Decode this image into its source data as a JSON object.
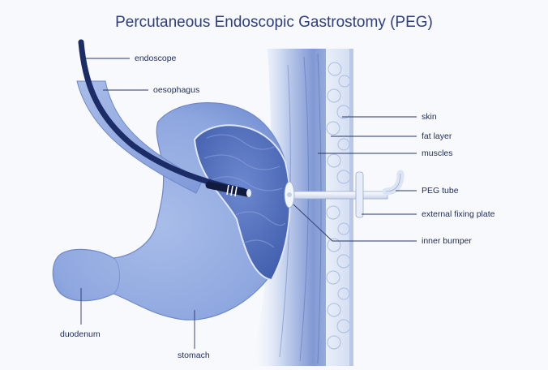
{
  "title": "Percutaneous Endoscopic Gastrostomy (PEG)",
  "labels": {
    "endoscope": "endoscope",
    "oesophagus": "oesophagus",
    "skin": "skin",
    "fat_layer": "fat layer",
    "muscles": "muscles",
    "peg_tube": "PEG tube",
    "external_fixing_plate": "external fixing plate",
    "inner_bumper": "inner bumper",
    "duodenum": "duodenum",
    "stomach": "stomach"
  },
  "colors": {
    "organ": "#8fa9e0",
    "organ_dark": "#4a66b8",
    "endoscope": "#1c2c66",
    "tissue": "#c9d6ef",
    "text": "#1f2a55",
    "title": "#2e3e80"
  }
}
